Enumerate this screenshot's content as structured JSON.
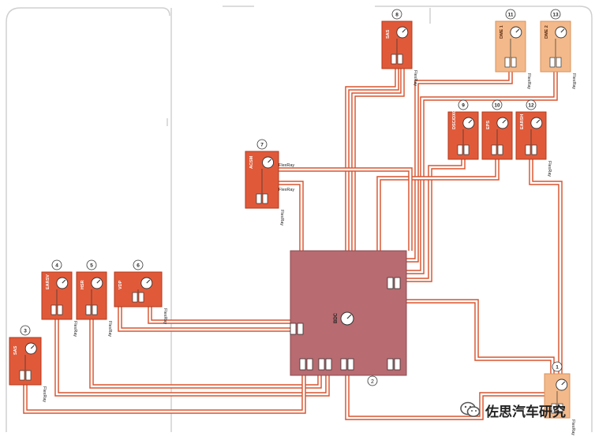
{
  "bus_label": "FlexRay",
  "colors": {
    "ecu": "#e05a3a",
    "ecu_border": "#b23a1c",
    "ecu_dme": "#f3b98a",
    "ecu_dme_border": "#d9925a",
    "gateway": "#b86b70",
    "gateway_border": "#8b4a4f",
    "wire": "#d9542f",
    "frame": "#d0d0d0"
  },
  "gateway": {
    "number": "2",
    "name": "BDC"
  },
  "ecus": [
    {
      "id": "e1",
      "number": "1",
      "name": "",
      "style": "dme",
      "bus": true
    },
    {
      "id": "e3",
      "number": "3",
      "name": "SAS",
      "style": "ecu",
      "bus": true
    },
    {
      "id": "e4",
      "number": "4",
      "name": "EARSV",
      "style": "ecu",
      "bus": true
    },
    {
      "id": "e5",
      "number": "5",
      "name": "HSR",
      "style": "ecu",
      "bus": true
    },
    {
      "id": "e6",
      "number": "6",
      "name": "VDP",
      "style": "ecu",
      "bus": true
    },
    {
      "id": "e7",
      "number": "7",
      "name": "ACSM",
      "style": "ecu",
      "bus": true
    },
    {
      "id": "e8",
      "number": "8",
      "name": "SAS",
      "style": "ecu",
      "bus": true
    },
    {
      "id": "e9",
      "number": "9",
      "name": "DSC/DXC",
      "style": "ecu",
      "bus": false
    },
    {
      "id": "e10",
      "number": "10",
      "name": "EPS",
      "style": "ecu",
      "bus": false
    },
    {
      "id": "e12",
      "number": "12",
      "name": "EARSH",
      "style": "ecu",
      "bus": true
    },
    {
      "id": "e11",
      "number": "11",
      "name": "DME 1",
      "style": "dme",
      "bus": true
    },
    {
      "id": "e13",
      "number": "13",
      "name": "DME 2",
      "style": "dme",
      "bus": true
    }
  ],
  "watermark": {
    "text": "佐思汽车研究",
    "icon": "wechat-icon"
  }
}
